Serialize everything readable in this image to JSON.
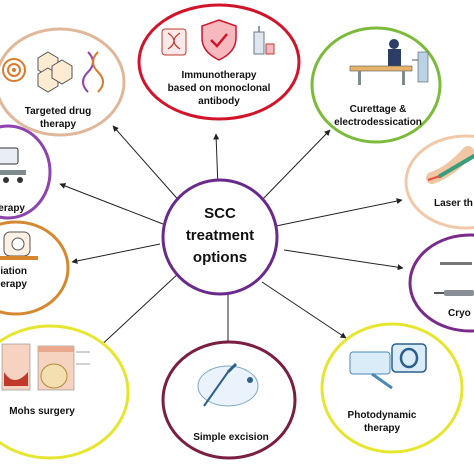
{
  "center": {
    "line1": "SCC",
    "line2": "treatment",
    "line3": "options",
    "ring_color": "#6a2a8c"
  },
  "nodes": {
    "immunotherapy": {
      "line1": "Immunotherapy",
      "line2": "based on monoclonal",
      "line3": "antibody",
      "ring_color": "#d2142a",
      "icon": "dna-shield-syringe-icon"
    },
    "targeted": {
      "line1": "Targeted drug",
      "line2": "therapy",
      "ring_color": "#e0b79a",
      "icon": "target-molecule-dna-icon"
    },
    "curettage": {
      "line1": "Curettage &",
      "line2": "electrodessication",
      "ring_color": "#7cba3c",
      "icon": "surgery-table-icon"
    },
    "radiotherapy": {
      "line1": "herapy",
      "ring_color": "#8e44ad",
      "icon": "radiotherapy-machine-icon"
    },
    "laser": {
      "line1": "Laser th",
      "ring_color": "#f2c9a8",
      "icon": "laser-pen-icon"
    },
    "radiation": {
      "line1": "iation",
      "line2": "erapy",
      "ring_color": "#d7872f",
      "icon": "mri-scanner-icon"
    },
    "cryo": {
      "line1": "Cryo",
      "ring_color": "#7a2b8a",
      "icon": "cryoprobe-icon"
    },
    "mohs": {
      "line1": "Mohs surgery",
      "ring_color": "#e6e62f",
      "icon": "skin-layers-icon"
    },
    "excision": {
      "line1": "Simple excision",
      "ring_color": "#7a1e44",
      "icon": "scalpel-icon"
    },
    "photodynamic": {
      "line1": "Photodynamic",
      "line2": "therapy",
      "ring_color": "#e6e62f",
      "icon": "light-lamp-icon"
    }
  },
  "arrow_color": "#222222"
}
